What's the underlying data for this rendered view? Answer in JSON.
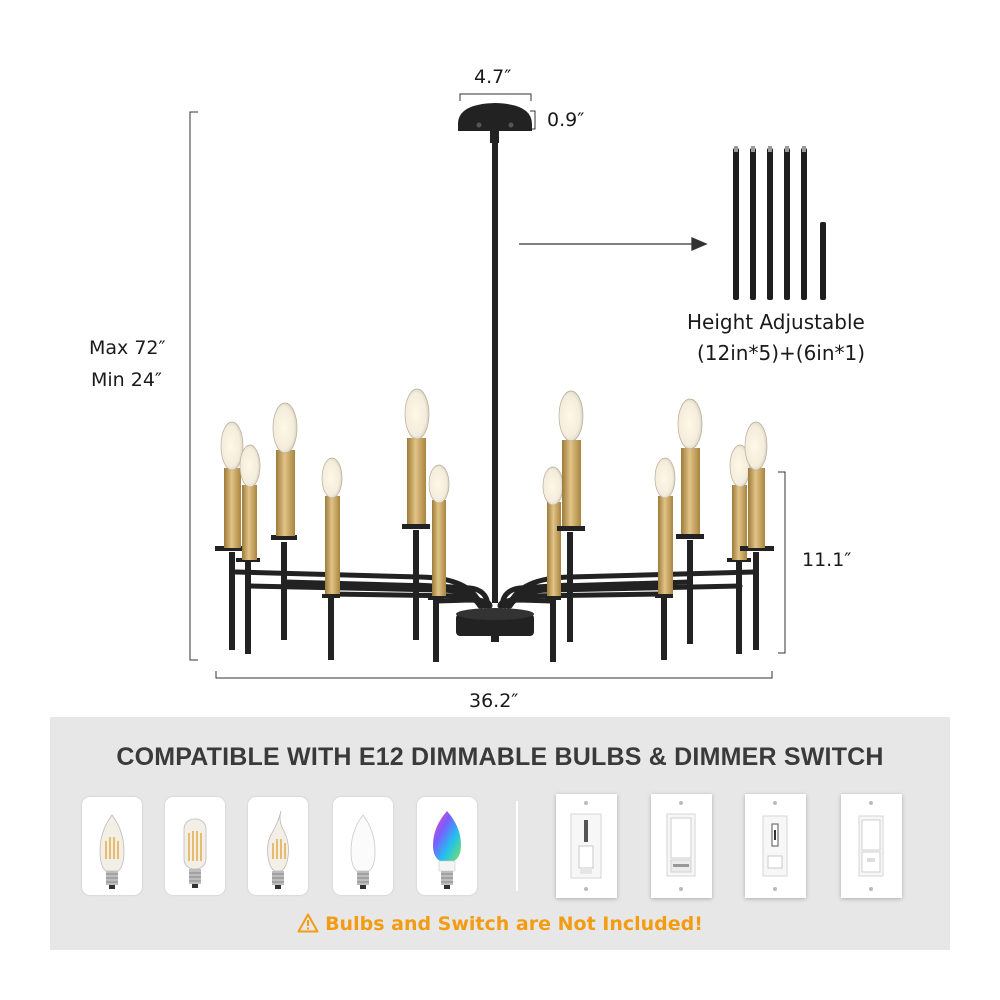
{
  "dimensions": {
    "canopy_width": "4.7″",
    "canopy_height": "0.9″",
    "max_height": "Max 72″",
    "min_height": "Min 24″",
    "body_height": "11.1″",
    "body_width": "36.2″"
  },
  "rods": {
    "title": "Height Adjustable",
    "detail": "(12in*5)+(6in*1)"
  },
  "compatibility": {
    "heading": "COMPATIBLE WITH E12 DIMMABLE BULBS & DIMMER SWITCH",
    "bulbs": [
      "candle-filament-bulb",
      "tubular-filament-bulb",
      "flame-tip-filament-bulb",
      "frosted-candle-bulb",
      "rgb-smart-bulb"
    ],
    "switches": [
      "slide-dimmer-switch",
      "rocker-dimmer-switch",
      "toggle-dimmer-switch",
      "paddle-dimmer-switch"
    ],
    "warning": "Bulbs and Switch are Not Included!",
    "warning_color": "#f39c12",
    "panel_color": "#e7e7e7"
  },
  "colors": {
    "fixture_black": "#222222",
    "candle_gold": "#c9a55c"
  }
}
